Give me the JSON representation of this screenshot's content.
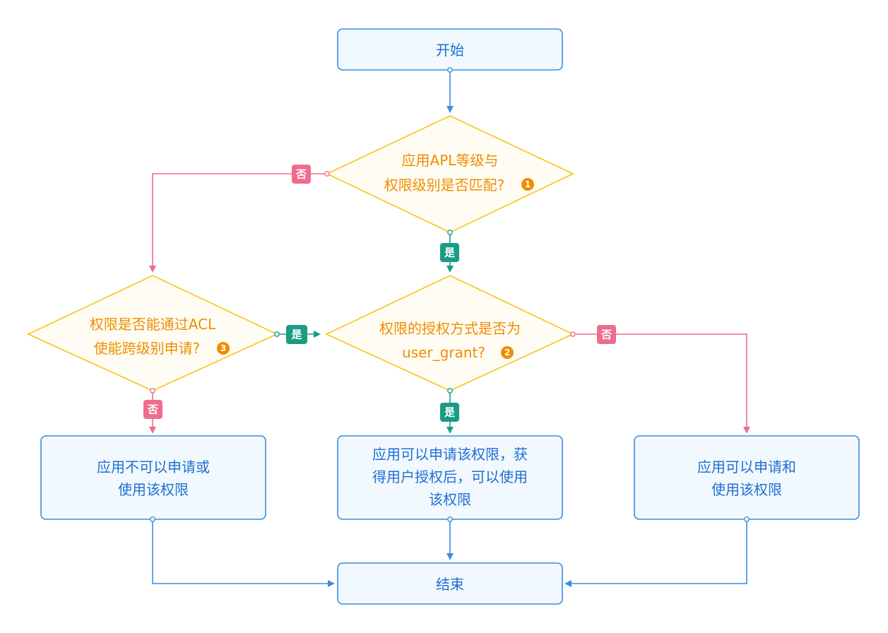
{
  "colors": {
    "box_stroke": "#3a8de0",
    "box_fill": "#f1f8fe",
    "box_text": "#1f6fd1",
    "diamond_stroke": "#f5c518",
    "diamond_fill": "#fffdf3",
    "diamond_text": "#f08c00",
    "no_color": "#f06c8e",
    "yes_color": "#1a9c82",
    "flow_color": "#3a8de0"
  },
  "nodes": {
    "start": {
      "lines": [
        "开始"
      ]
    },
    "decision_apl": {
      "lines": [
        "应用APL等级与",
        "权限级别是否匹配?"
      ],
      "marker": "1"
    },
    "decision_acl": {
      "lines": [
        "权限是否能通过ACL",
        "使能跨级别申请?"
      ],
      "marker": "3"
    },
    "decision_user_grant": {
      "lines": [
        "权限的授权方式是否为",
        "user_grant?"
      ],
      "marker": "2"
    },
    "result_cannot": {
      "lines": [
        "应用不可以申请或",
        "使用该权限"
      ]
    },
    "result_user_grant": {
      "lines": [
        "应用可以申请该权限，获",
        "得用户授权后，可以使用",
        "该权限"
      ]
    },
    "result_can": {
      "lines": [
        "应用可以申请和",
        "使用该权限"
      ]
    },
    "end": {
      "lines": [
        "结束"
      ]
    }
  },
  "labels": {
    "yes": "是",
    "no": "否"
  }
}
